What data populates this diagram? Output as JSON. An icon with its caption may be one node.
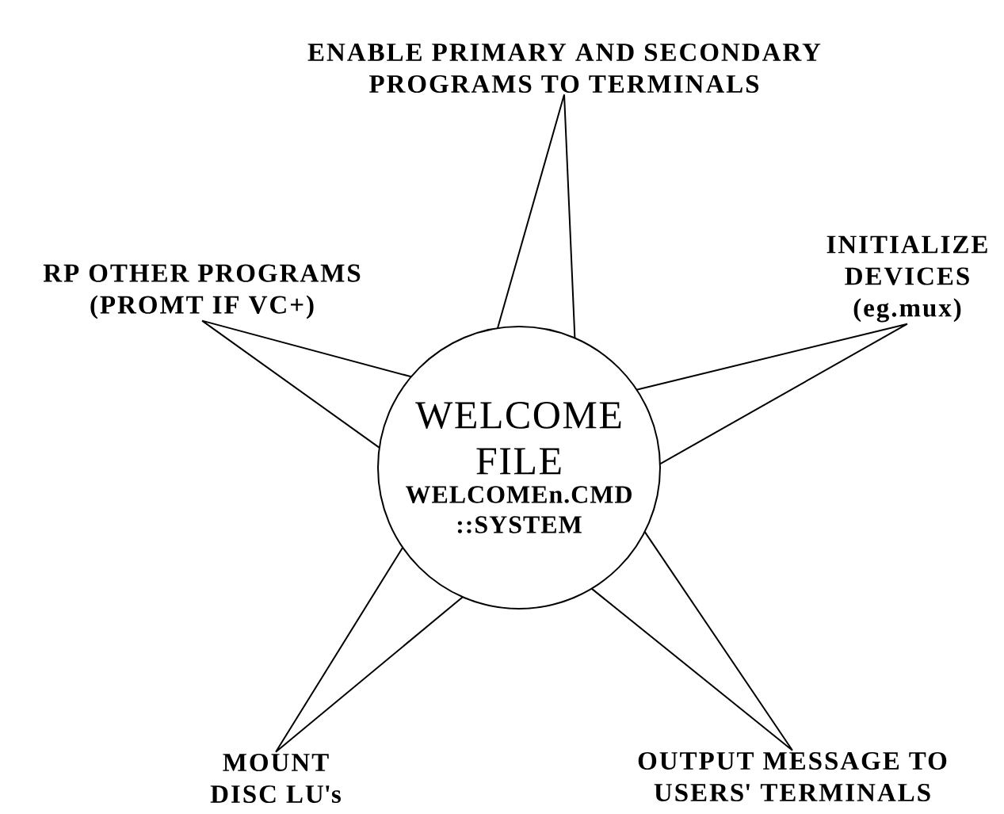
{
  "diagram": {
    "nodes": [
      {
        "text": [
          "WELCOME FILE",
          "WELCOMEn.CMD ::SYSTEM"
        ]
      },
      {
        "text": [
          "ENABLE PRIMARY AND SECONDARY PROGRAMS TO TERMINALS"
        ]
      },
      {
        "text": [
          "INITIALIZE DEVICES (eg.mux)"
        ]
      },
      {
        "text": [
          "RP OTHER PROGRAMS (PROMT IF VC+)"
        ]
      },
      {
        "text": [
          "MOUNT DISC LU's"
        ]
      },
      {
        "text": [
          "OUTPUT MESSAGE TO USERS' TERMINALS"
        ]
      }
    ],
    "edges": [
      {
        "from": 0,
        "to": 1,
        "arrow": "none"
      },
      {
        "from": 0,
        "to": 2,
        "arrow": "none"
      },
      {
        "from": 0,
        "to": 3,
        "arrow": "none"
      },
      {
        "from": 0,
        "to": 4,
        "arrow": "none"
      },
      {
        "from": 0,
        "to": 5,
        "arrow": "none"
      }
    ]
  }
}
